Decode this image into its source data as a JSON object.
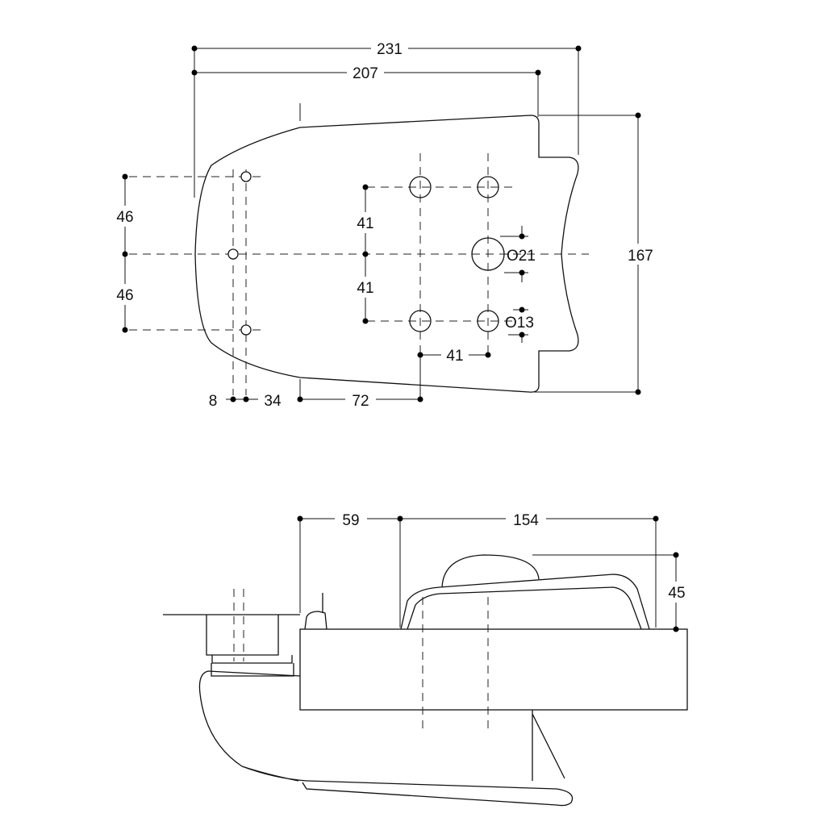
{
  "top_view": {
    "dims": {
      "overall_length": "231",
      "length_to_step": "207",
      "height": "167",
      "upper_offset": "46",
      "lower_offset": "46",
      "hole_spacing_upper": "41",
      "hole_spacing_lower": "41",
      "hole_spacing_horizontal": "41",
      "dim_8": "8",
      "dim_34": "34",
      "dim_72": "72",
      "large_hole_diameter": "O21",
      "small_hole_diameter": "O13"
    }
  },
  "side_view": {
    "dims": {
      "dim_59": "59",
      "dim_154": "154",
      "dim_45": "45"
    }
  },
  "colors": {
    "line": "#111111",
    "background": "#ffffff"
  }
}
